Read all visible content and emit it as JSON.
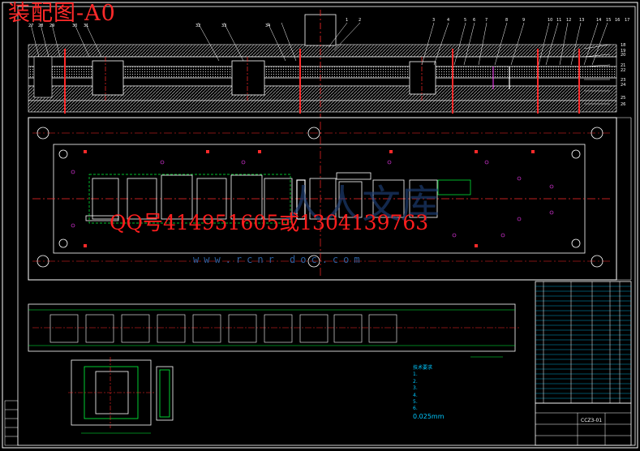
{
  "drawing": {
    "title": "装配图-A0",
    "contact_overlay": "QQ号414951605或1304139763",
    "watermark_url": "www.rcnr   doc.com",
    "watermark_logo": "人人文库",
    "unit_label": "0.025mm"
  },
  "part_labels": {
    "top_row": [
      "1",
      "2",
      "3",
      "4",
      "5",
      "6",
      "7",
      "8",
      "9",
      "10",
      "11",
      "12",
      "13",
      "14",
      "15",
      "16",
      "17"
    ],
    "left_upper": [
      "27",
      "28",
      "29",
      "30",
      "31",
      "32",
      "33",
      "34"
    ],
    "right_side": [
      "18",
      "19",
      "20",
      "21",
      "22",
      "23",
      "24",
      "25",
      "26"
    ]
  },
  "tech_notes": [
    "技术要求",
    "1.",
    "2.",
    "3.",
    "4.",
    "5.",
    "6."
  ],
  "title_block": {
    "drawing_code": "CCZ3-01"
  },
  "colors": {
    "background": "#000000",
    "outline": "#ffffff",
    "red": "#ff2a2a",
    "green": "#00ff3c",
    "cyan": "#00c8ff",
    "yellow": "#ffff00",
    "magenta": "#ff3cff",
    "hatch": "#9a9a9a"
  }
}
